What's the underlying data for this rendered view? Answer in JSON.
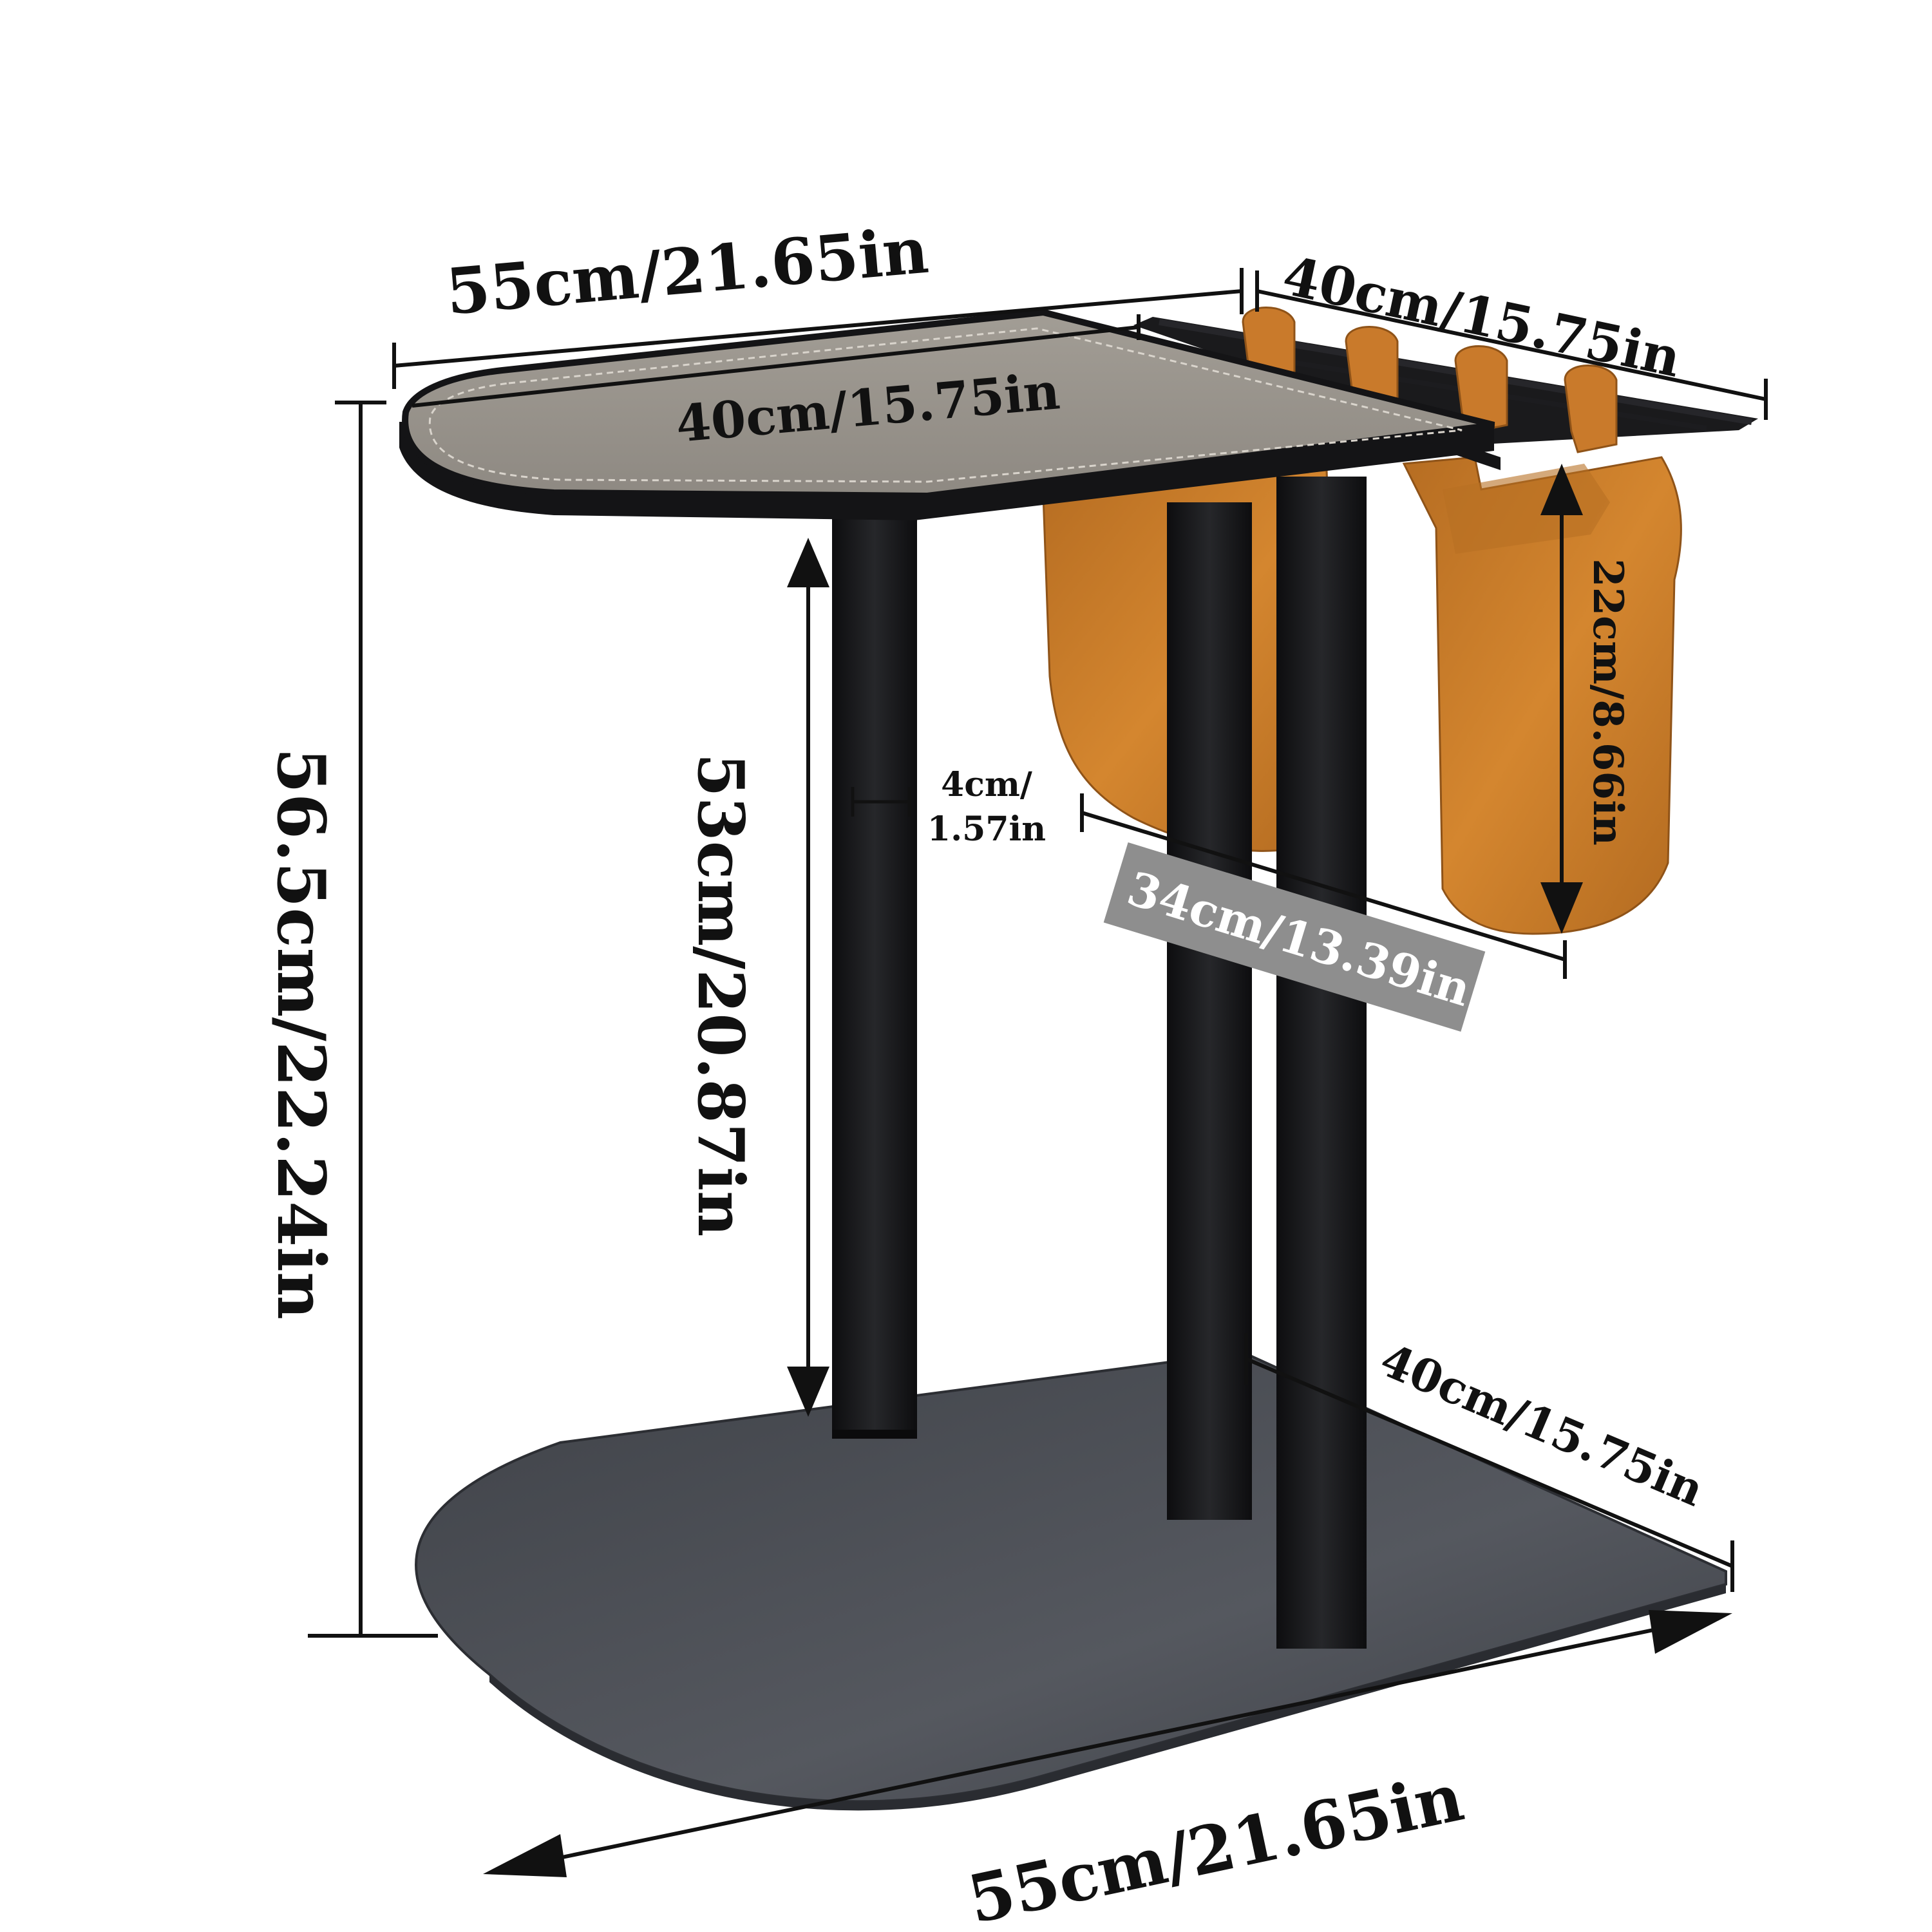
{
  "colors": {
    "frame": "#141416",
    "top_surface": "#9c978f",
    "top_stitch": "#d9d4cc",
    "base": "#4b4e55",
    "leather": "#c97a2b",
    "leather_dark": "#a45e1c",
    "dimension_line": "#111111",
    "label_box": "#8e8e8e"
  },
  "dimensions": {
    "top_length": "55cm/21.65in",
    "top_inner_width": "40cm/15.75in",
    "rack_width": "40cm/15.75in",
    "total_height": "56.5cm/22.24in",
    "leg_height": "53cm/20.87in",
    "leg_width_cm": "4cm/",
    "leg_width_in": "1.57in",
    "bag_height": "22cm/8.66in",
    "bag_length": "34cm/13.39in",
    "base_width": "40cm/15.75in",
    "base_length": "55cm/21.65in"
  }
}
